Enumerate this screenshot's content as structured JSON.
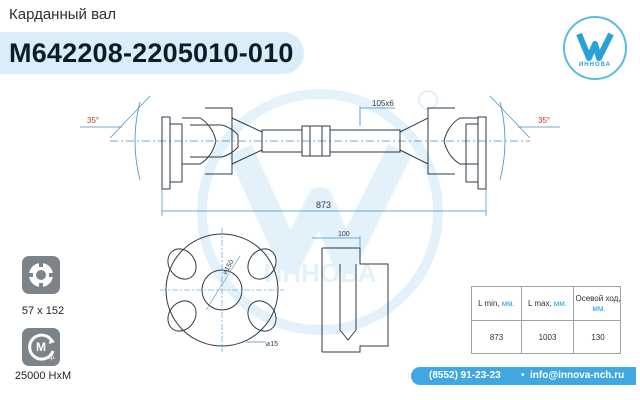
{
  "header": {
    "subtitle": "Карданный вал",
    "part_number": "M642208-2205010-010"
  },
  "logo": {
    "brand": "ИННОВА"
  },
  "drawing": {
    "angle_left": "35°",
    "angle_right": "35°",
    "spline_label": "105x6",
    "length_label": "873",
    "dia_150": "⌀150",
    "dia_15": "⌀15",
    "flange_dim": "100",
    "watermark_text": "ИННОВА"
  },
  "specs": {
    "flange_size": "57 x 152",
    "torque_badge_main": "M",
    "torque_badge_sub": "кр.",
    "torque": "25000 НхМ"
  },
  "table": {
    "headers": [
      {
        "label": "L min,",
        "unit": "мм."
      },
      {
        "label": "L max,",
        "unit": "мм."
      },
      {
        "label": "Осевой ход,",
        "unit": "мм."
      }
    ],
    "values": [
      "873",
      "1003",
      "130"
    ]
  },
  "contacts": {
    "phone": "(8552) 91-23-23",
    "separator": "•",
    "email": "info@innova-nch.ru"
  },
  "colors": {
    "accent": "#3fa8e0",
    "banner": "#d9eef9",
    "line": "#2f3a44",
    "dimension": "#3c8fc6"
  }
}
